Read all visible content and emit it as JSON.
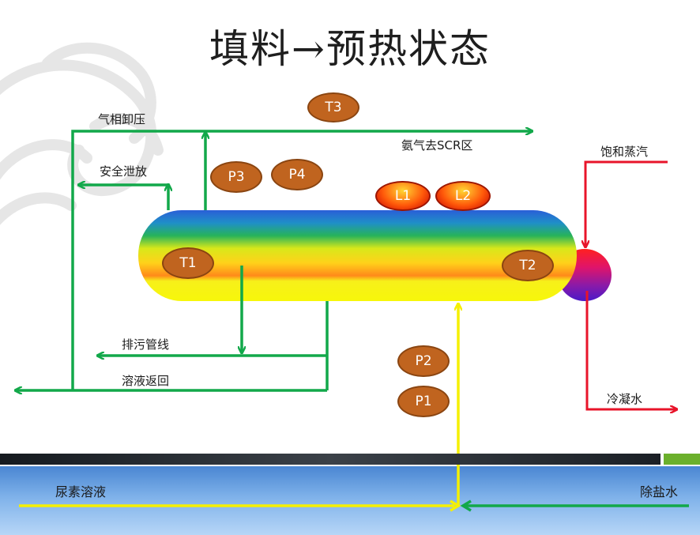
{
  "title": "填料→预热状态",
  "labels": {
    "gas_unload": "气相卸压",
    "safety_release": "安全泄放",
    "ammonia_scr": "氨气去SCR区",
    "saturated_steam": "饱和蒸汽",
    "sewage_line": "排污管线",
    "solution_return": "溶液返回",
    "condensate": "冷凝水",
    "urea_solution": "尿素溶液",
    "demin_water": "除盐水"
  },
  "instruments": {
    "t3": "T3",
    "p3": "P3",
    "p4": "P4",
    "l1": "L1",
    "l2": "L2",
    "t1": "T1",
    "t2": "T2",
    "p2": "P2",
    "p1": "P1"
  },
  "colors": {
    "green_line": "#12a84a",
    "red_line": "#e8142a",
    "yellow_line": "#f5f000",
    "instrument_fill": "#c0641f",
    "level_fill": "#ff5a0a"
  },
  "icons": [
    "swirl-decoration",
    "arrow-icon"
  ]
}
